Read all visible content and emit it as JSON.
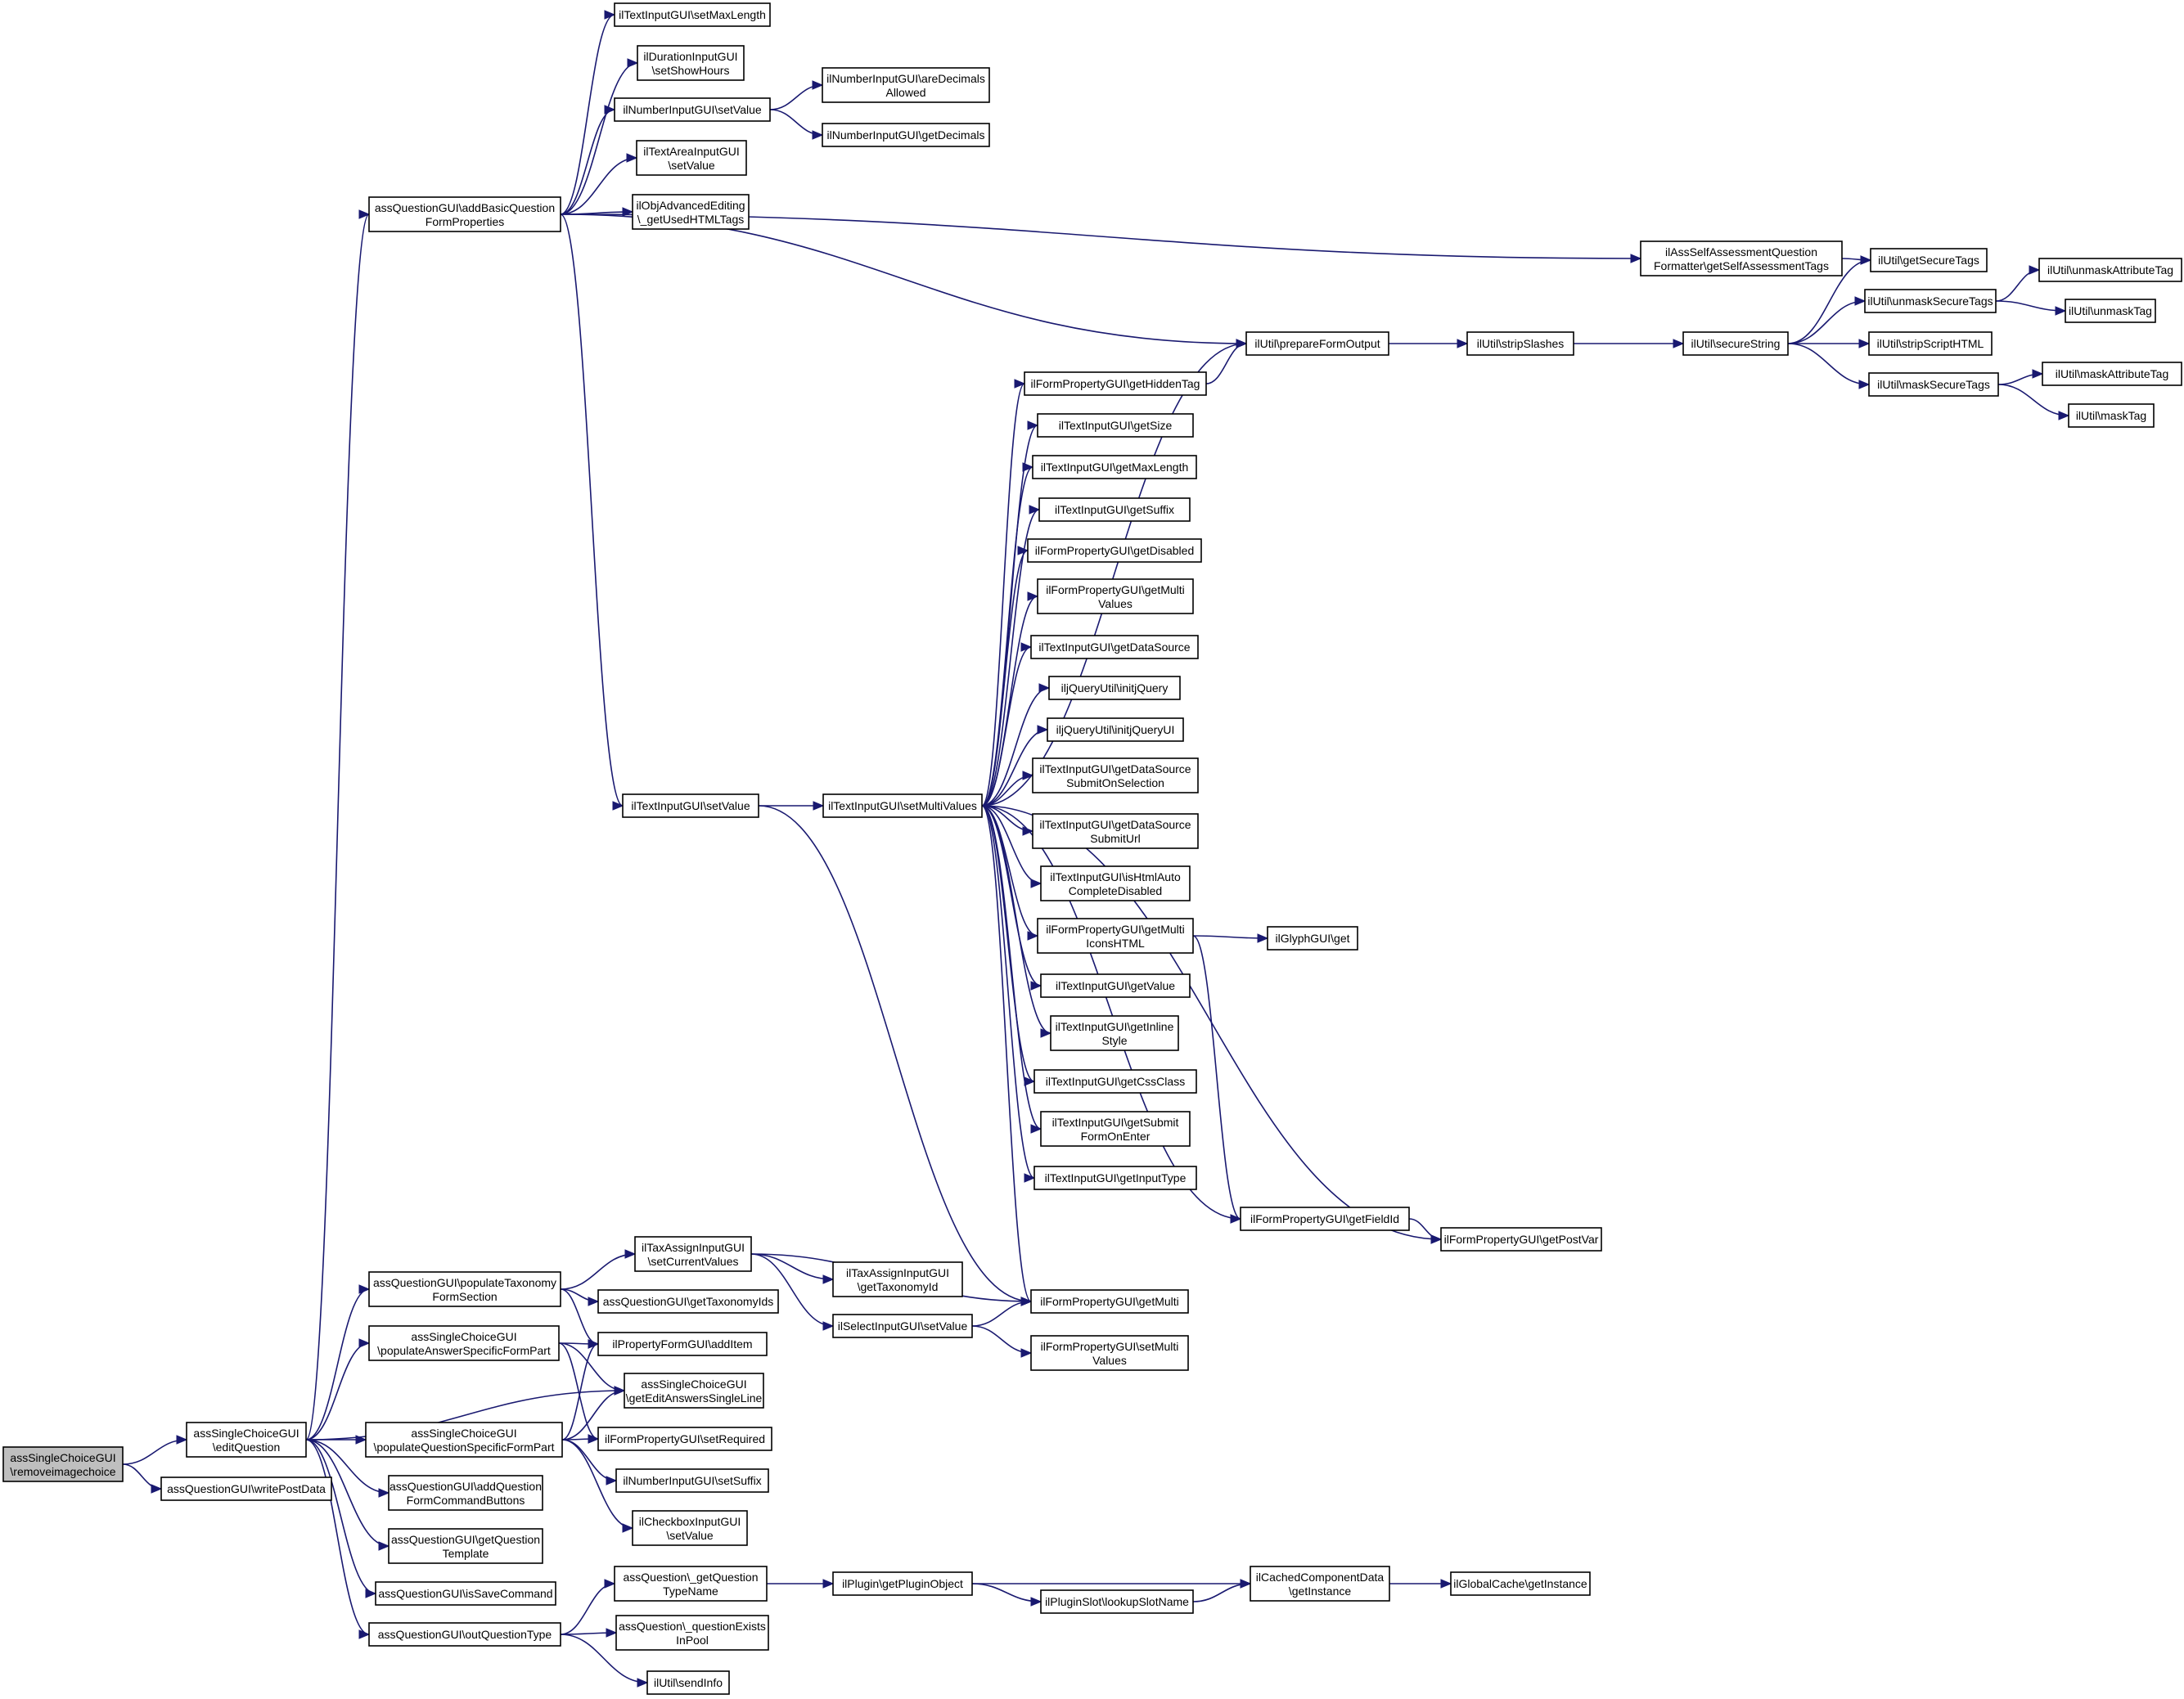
{
  "nodes": {
    "n0": [
      "assSingleChoiceGUI",
      "\\removeimagechoice"
    ],
    "n1": [
      "assSingleChoiceGUI",
      "\\editQuestion"
    ],
    "n2": [
      "assQuestionGUI\\writePostData"
    ],
    "n3": [
      "assQuestionGUI\\addBasicQuestion",
      "FormProperties"
    ],
    "n4": [
      "ilTextInputGUI\\setMaxLength"
    ],
    "n5": [
      "ilDurationInputGUI",
      "\\setShowHours"
    ],
    "n6": [
      "ilNumberInputGUI\\setValue"
    ],
    "n7": [
      "ilNumberInputGUI\\areDecimals",
      "Allowed"
    ],
    "n8": [
      "ilNumberInputGUI\\getDecimals"
    ],
    "n9": [
      "ilTextAreaInputGUI",
      "\\setValue"
    ],
    "n10": [
      "ilObjAdvancedEditing",
      "\\_getUsedHTMLTags"
    ],
    "n11": [
      "ilAssSelfAssessmentQuestion",
      "Formatter\\getSelfAssessmentTags"
    ],
    "n12": [
      "ilUtil\\getSecureTags"
    ],
    "n13": [
      "ilUtil\\unmaskAttributeTag"
    ],
    "n14": [
      "ilUtil\\unmaskSecureTags"
    ],
    "n15": [
      "ilUtil\\unmaskTag"
    ],
    "n16": [
      "ilUtil\\prepareFormOutput"
    ],
    "n17": [
      "ilUtil\\stripSlashes"
    ],
    "n18": [
      "ilUtil\\secureString"
    ],
    "n19": [
      "ilUtil\\stripScriptHTML"
    ],
    "n20": [
      "ilUtil\\maskSecureTags"
    ],
    "n21": [
      "ilUtil\\maskAttributeTag"
    ],
    "n22": [
      "ilUtil\\maskTag"
    ],
    "n23": [
      "ilFormPropertyGUI\\getHiddenTag"
    ],
    "n24": [
      "ilTextInputGUI\\getSize"
    ],
    "n25": [
      "ilTextInputGUI\\getMaxLength"
    ],
    "n26": [
      "ilTextInputGUI\\getSuffix"
    ],
    "n27": [
      "ilFormPropertyGUI\\getDisabled"
    ],
    "n28": [
      "ilFormPropertyGUI\\getMulti",
      "Values"
    ],
    "n29": [
      "ilTextInputGUI\\getDataSource"
    ],
    "n30": [
      "iljQueryUtil\\initjQuery"
    ],
    "n31": [
      "iljQueryUtil\\initjQueryUI"
    ],
    "n32": [
      "ilTextInputGUI\\getDataSource",
      "SubmitOnSelection"
    ],
    "n33": [
      "ilTextInputGUI\\getDataSource",
      "SubmitUrl"
    ],
    "n34": [
      "ilTextInputGUI\\isHtmlAuto",
      "CompleteDisabled"
    ],
    "n35": [
      "ilFormPropertyGUI\\getMulti",
      "IconsHTML"
    ],
    "n36": [
      "ilGlyphGUI\\get"
    ],
    "n37": [
      "ilTextInputGUI\\getValue"
    ],
    "n38": [
      "ilTextInputGUI\\getInline",
      "Style"
    ],
    "n39": [
      "ilTextInputGUI\\getCssClass"
    ],
    "n40": [
      "ilTextInputGUI\\getSubmit",
      "FormOnEnter"
    ],
    "n41": [
      "ilTextInputGUI\\getInputType"
    ],
    "n42": [
      "ilFormPropertyGUI\\getFieldId"
    ],
    "n43": [
      "ilFormPropertyGUI\\getPostVar"
    ],
    "n44": [
      "ilTextInputGUI\\setValue"
    ],
    "n45": [
      "ilTextInputGUI\\setMultiValues"
    ],
    "n46": [
      "ilFormPropertyGUI\\getMulti"
    ],
    "n47": [
      "ilFormPropertyGUI\\setMulti",
      "Values"
    ],
    "n48": [
      "assQuestionGUI\\populateTaxonomy",
      "FormSection"
    ],
    "n49": [
      "ilTaxAssignInputGUI",
      "\\setCurrentValues"
    ],
    "n50": [
      "ilTaxAssignInputGUI",
      "\\getTaxonomyId"
    ],
    "n51": [
      "ilSelectInputGUI\\setValue"
    ],
    "n52": [
      "assQuestionGUI\\getTaxonomyIds"
    ],
    "n53": [
      "assSingleChoiceGUI",
      "\\populateAnswerSpecificFormPart"
    ],
    "n54": [
      "ilPropertyFormGUI\\addItem"
    ],
    "n55": [
      "assSingleChoiceGUI",
      "\\getEditAnswersSingleLine"
    ],
    "n56": [
      "assSingleChoiceGUI",
      "\\populateQuestionSpecificFormPart"
    ],
    "n57": [
      "ilFormPropertyGUI\\setRequired"
    ],
    "n58": [
      "ilNumberInputGUI\\setSuffix"
    ],
    "n59": [
      "ilCheckboxInputGUI",
      "\\setValue"
    ],
    "n60": [
      "assQuestionGUI\\addQuestion",
      "FormCommandButtons"
    ],
    "n61": [
      "assQuestionGUI\\getQuestion",
      "Template"
    ],
    "n62": [
      "assQuestionGUI\\isSaveCommand"
    ],
    "n63": [
      "assQuestionGUI\\outQuestionType"
    ],
    "n64": [
      "assQuestion\\_getQuestion",
      "TypeName"
    ],
    "n65": [
      "ilPlugin\\getPluginObject"
    ],
    "n66": [
      "ilPluginSlot\\lookupSlotName"
    ],
    "n67": [
      "ilCachedComponentData",
      "\\getInstance"
    ],
    "n68": [
      "ilGlobalCache\\getInstance"
    ],
    "n69": [
      "assQuestion\\_questionExists",
      "InPool"
    ],
    "n70": [
      "ilUtil\\sendInfo"
    ]
  }
}
